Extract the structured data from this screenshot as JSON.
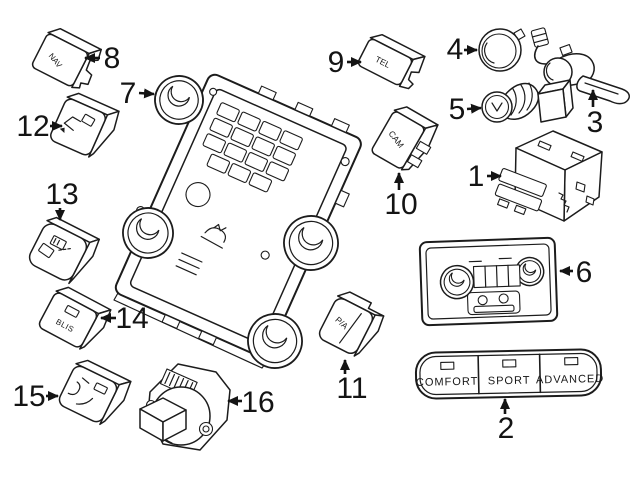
{
  "diagram": {
    "background_color": "#ffffff",
    "line_color": "#1c1c1c",
    "callouts": {
      "c1": "1",
      "c2": "2",
      "c3": "3",
      "c4": "4",
      "c5": "5",
      "c6": "6",
      "c7": "7",
      "c8": "8",
      "c9": "9",
      "c10": "10",
      "c11": "11",
      "c12": "12",
      "c13": "13",
      "c14": "14",
      "c15": "15",
      "c16": "16"
    },
    "part_labels": {
      "nav_switch": "NAV",
      "tel_switch": "TEL",
      "cam_switch": "CAM",
      "blis_switch": "BLIS",
      "park_assist_switch": "P/A"
    },
    "drive_mode_panel": {
      "buttons": [
        "COMFORT",
        "SPORT",
        "ADVANCED"
      ]
    }
  }
}
